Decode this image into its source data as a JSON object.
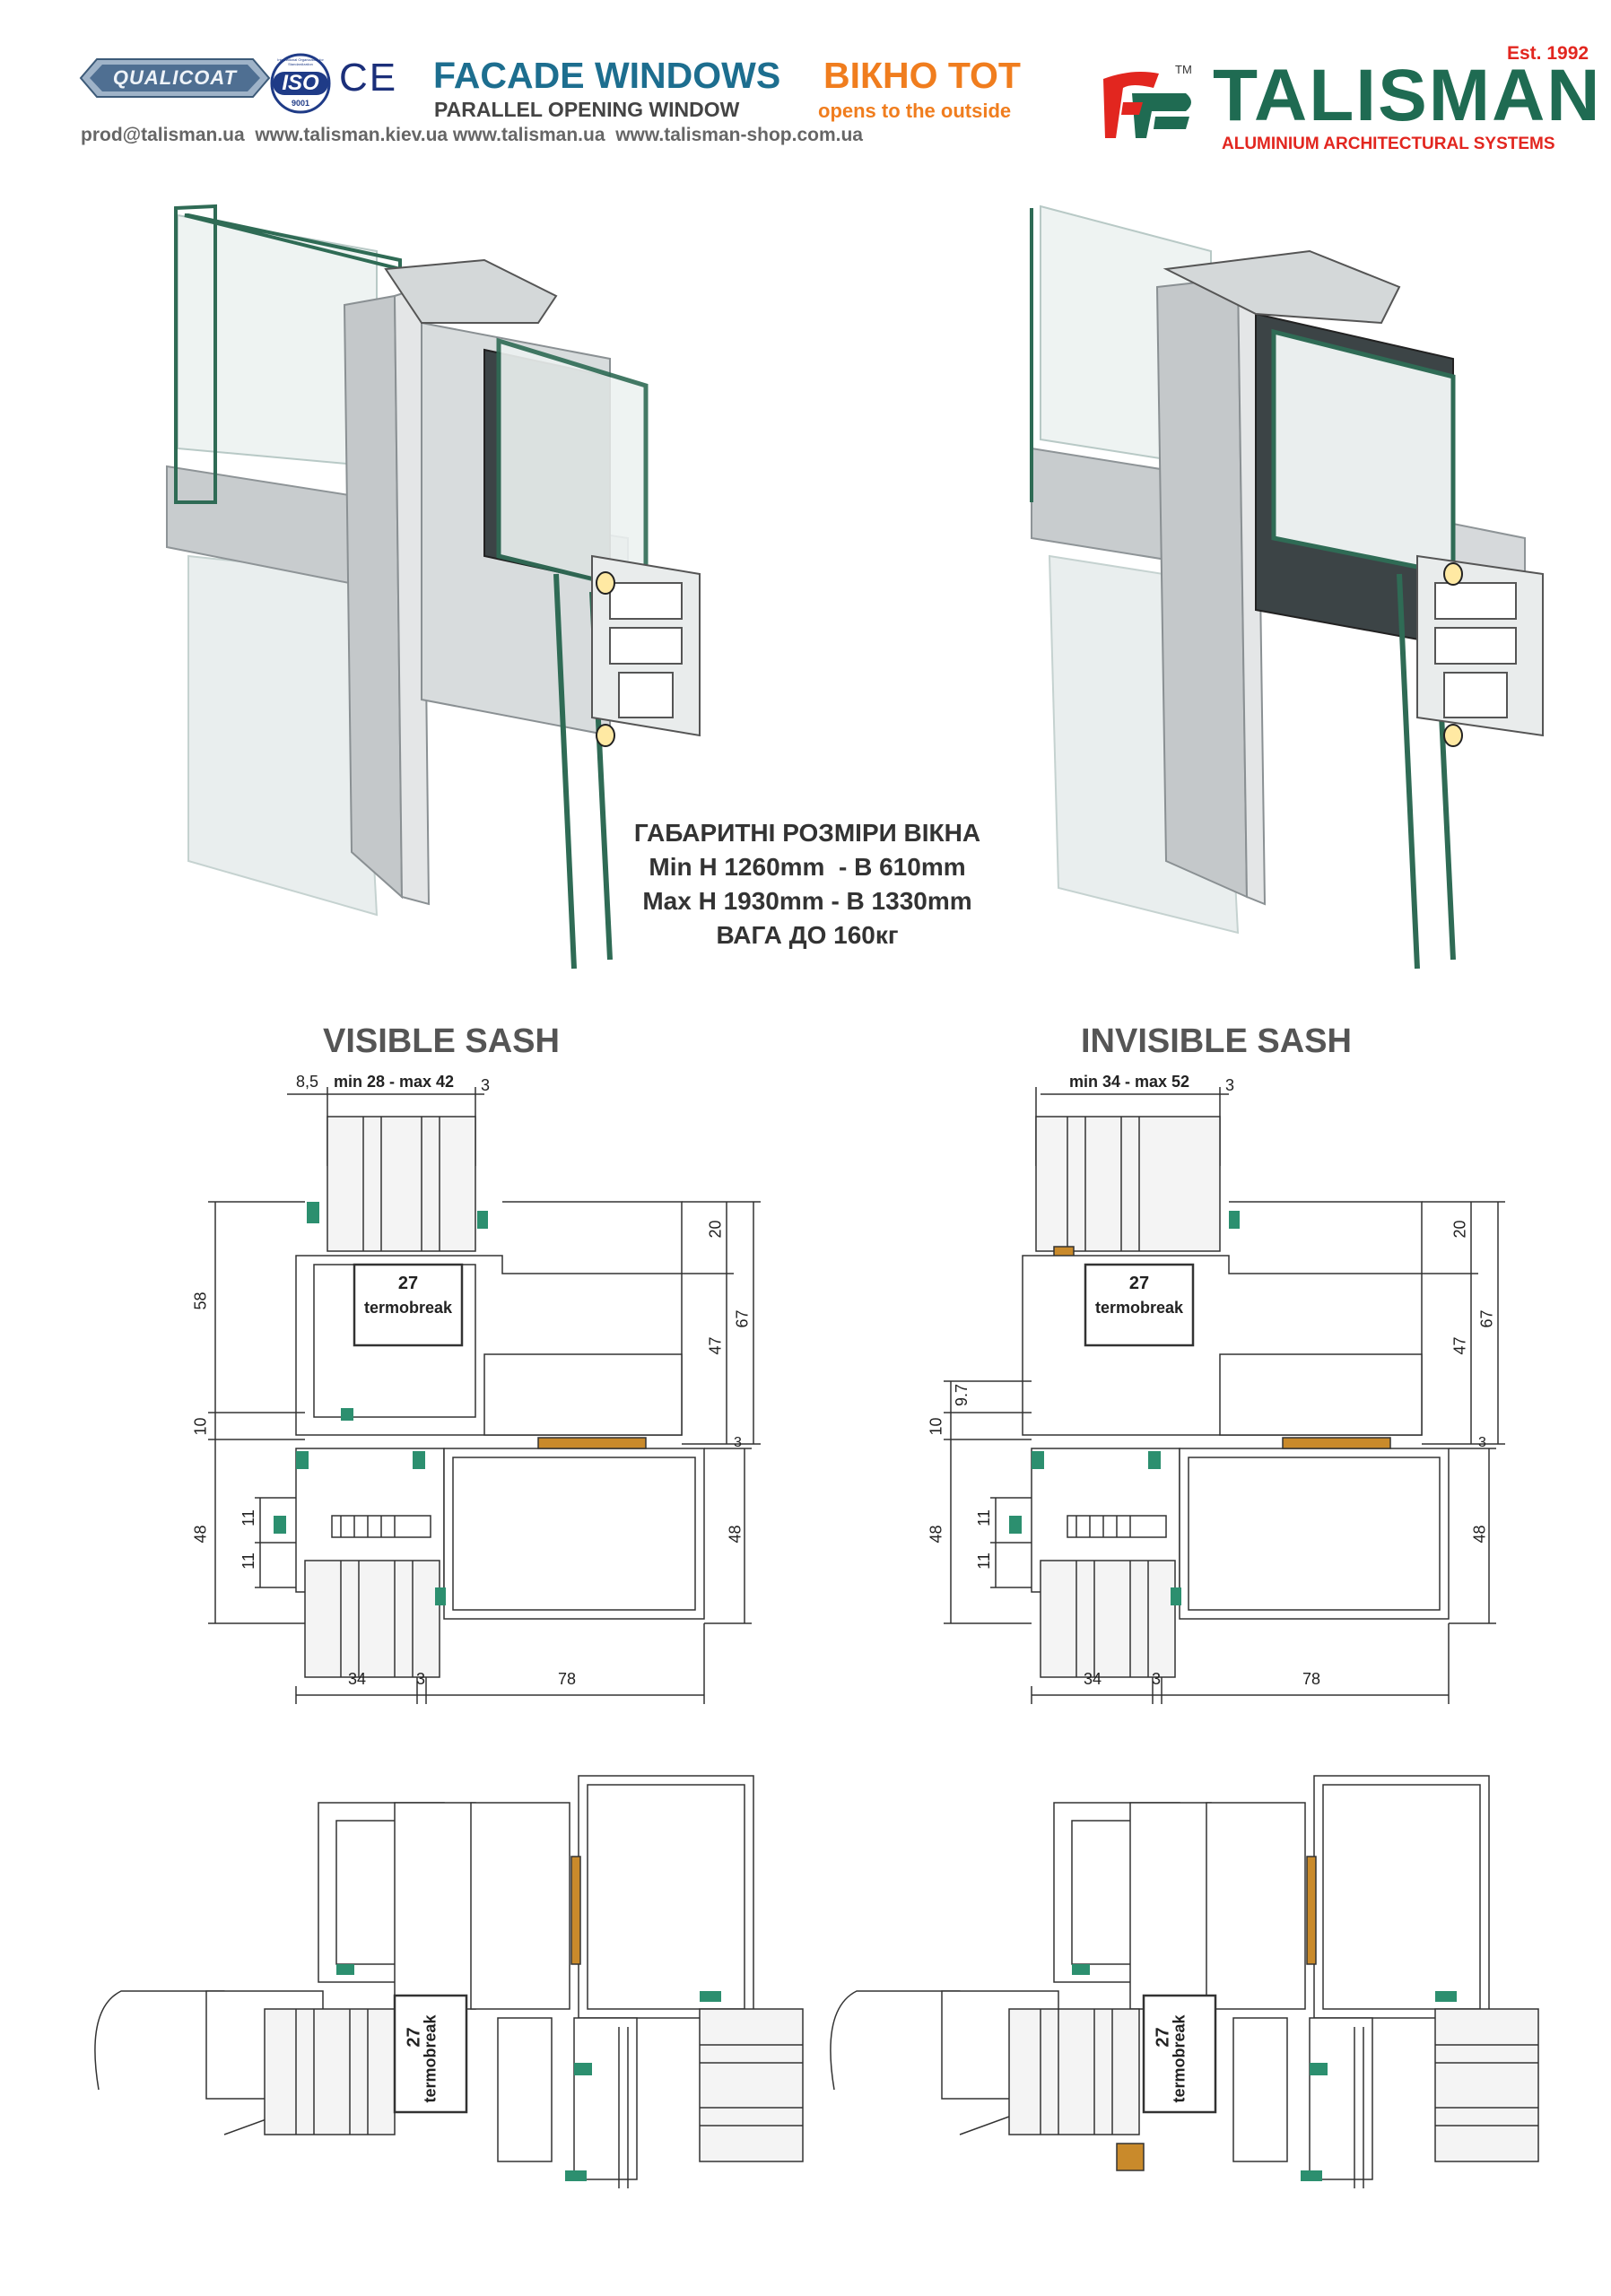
{
  "header": {
    "qualicoat_logo": "QUALICOAT",
    "iso_logo": "ISO",
    "iso_number": "9001",
    "iso_ring_text": "International Organization for Standardization",
    "ce_mark": "CE",
    "title_main": "FACADE WINDOWS",
    "title_sub": "PARALLEL OPENING WINDOW",
    "title_ua": "ВІКНО ТОТ",
    "title_ua_sub": "opens to the outside",
    "contacts": "prod@talisman.ua  www.talisman.kiev.ua www.talisman.ua  www.talisman-shop.com.ua",
    "brand_est": "Est. 1992",
    "brand_tm": "TM",
    "brand_name": "TALISMAN",
    "brand_tagline": "ALUMINIUM ARCHITECTURAL SYSTEMS",
    "colors": {
      "blue": "#1d6e8f",
      "orange": "#f07d1e",
      "red": "#e2261f",
      "green": "#1f6b52"
    }
  },
  "specs": {
    "title": "ГАБАРИТНІ РОЗМІРИ ВІКНА",
    "min": "Min H 1260mm  - B 610mm",
    "max": "Max H 1930mm - B 1330mm",
    "weight": "ВАГА ДО 160кг"
  },
  "sections": {
    "visible": {
      "title": "VISIBLE SASH",
      "glass": "min 28 - max 42",
      "left_gap": "8,5",
      "gap": "3",
      "h58": "58",
      "h10": "10",
      "h48": "48",
      "h11a": "11",
      "h11b": "11",
      "thermo_w": "27",
      "thermo_label": "termobreak",
      "r20": "20",
      "r47": "47",
      "r67": "67",
      "r3": "3",
      "r48": "48",
      "w34": "34",
      "w3": "3",
      "w78": "78"
    },
    "invisible": {
      "title": "INVISIBLE SASH",
      "glass": "min 34 - max 52",
      "gap": "3",
      "h10": "10",
      "h97": "9.7",
      "h48": "48",
      "h11a": "11",
      "h11b": "11",
      "thermo_w": "27",
      "thermo_label": "termobreak",
      "r20": "20",
      "r47": "47",
      "r67": "67",
      "r3": "3",
      "r48": "48",
      "w34": "34",
      "w3": "3",
      "w78": "78"
    }
  },
  "plan": {
    "left_thermo_w": "27",
    "left_thermo_label": "termobreak",
    "right_thermo_w": "27",
    "right_thermo_label": "termobreak"
  }
}
